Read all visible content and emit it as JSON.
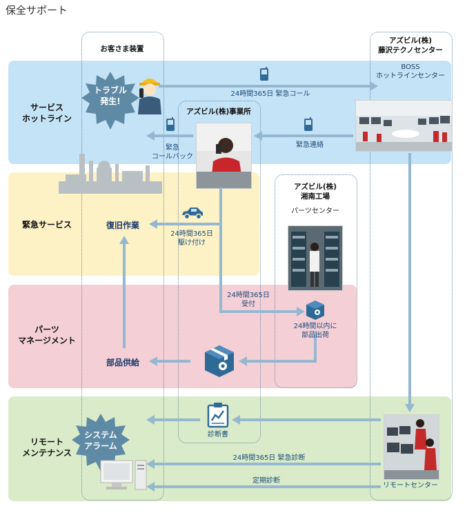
{
  "title": "保全サポート",
  "columns": {
    "customer": "お客さま装置",
    "fujisawa_1": "アズビル(株)",
    "fujisawa_2": "藤沢テクノセンター",
    "office": "アズビル(株)事業所",
    "shonan_1": "アズビル(株)",
    "shonan_2": "湘南工場",
    "parts_center": "パーツセンター"
  },
  "bands": {
    "hotline_1": "サービス",
    "hotline_2": "ホットライン",
    "emergency": "緊急サービス",
    "parts_1": "パーツ",
    "parts_2": "マネージメント",
    "remote_1": "リモート",
    "remote_2": "メンテナンス"
  },
  "bursts": {
    "trouble_1": "トラブル",
    "trouble_2": "発生!",
    "alarm_1": "システム",
    "alarm_2": "アラーム"
  },
  "labels": {
    "boss_1": "BOSS",
    "boss_2": "ホットラインセンター",
    "emergency_call": "24時間365日 緊急コール",
    "emergency_contact": "緊急連絡",
    "callback_1": "緊急",
    "callback_2": "コールバック",
    "recovery": "復旧作業",
    "rush_1": "24時間365日",
    "rush_2": "駆け付け",
    "accept_1": "24時間365日",
    "accept_2": "受付",
    "ship_1": "24時間以内に",
    "ship_2": "部品出荷",
    "parts_supply": "部品供給",
    "diagnosis_report": "診断書",
    "emergency_diag": "24時間365日 緊急診断",
    "periodic_diag": "定期診断",
    "remote_center": "リモートセンター"
  },
  "colors": {
    "hotline_band": "#c5e3f6",
    "emergency_band": "#fdf2c5",
    "parts_band": "#f4cfd6",
    "remote_band": "#d9ebc8",
    "arrow": "#95b8d0",
    "icon_blue": "#2f6a97",
    "burst": "#5f8aa6"
  }
}
